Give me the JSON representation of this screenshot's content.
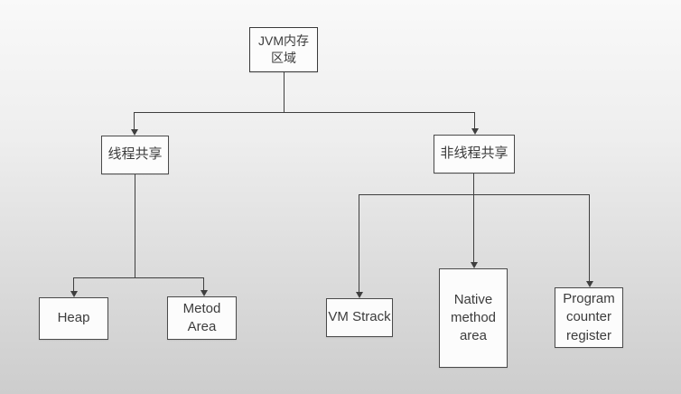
{
  "diagram": {
    "type": "flowchart-tree",
    "nodes": {
      "root": {
        "label": "JVM内存\n区域"
      },
      "thread_shared": {
        "label": "线程共享"
      },
      "non_thread_shared": {
        "label": "非线程共享"
      },
      "heap": {
        "label": "Heap"
      },
      "method_area": {
        "label": "Metod\nArea"
      },
      "vm_stack": {
        "label": "VM Strack"
      },
      "native_method_area": {
        "label": "Native\nmethod\narea"
      },
      "program_counter": {
        "label": "Program\ncounter\nregister"
      }
    },
    "edges": [
      {
        "from": "root",
        "to": "thread_shared"
      },
      {
        "from": "root",
        "to": "non_thread_shared"
      },
      {
        "from": "thread_shared",
        "to": "heap"
      },
      {
        "from": "thread_shared",
        "to": "method_area"
      },
      {
        "from": "non_thread_shared",
        "to": "vm_stack"
      },
      {
        "from": "non_thread_shared",
        "to": "native_method_area"
      },
      {
        "from": "non_thread_shared",
        "to": "program_counter"
      }
    ],
    "colors": {
      "line": "#3f3f3f",
      "box_border": "#4a4a4a",
      "box_fill": "#fcfcfc",
      "text": "#3c3c3c",
      "bg_top": "#f9f9f9",
      "bg_bottom": "#cdcdcd"
    }
  }
}
